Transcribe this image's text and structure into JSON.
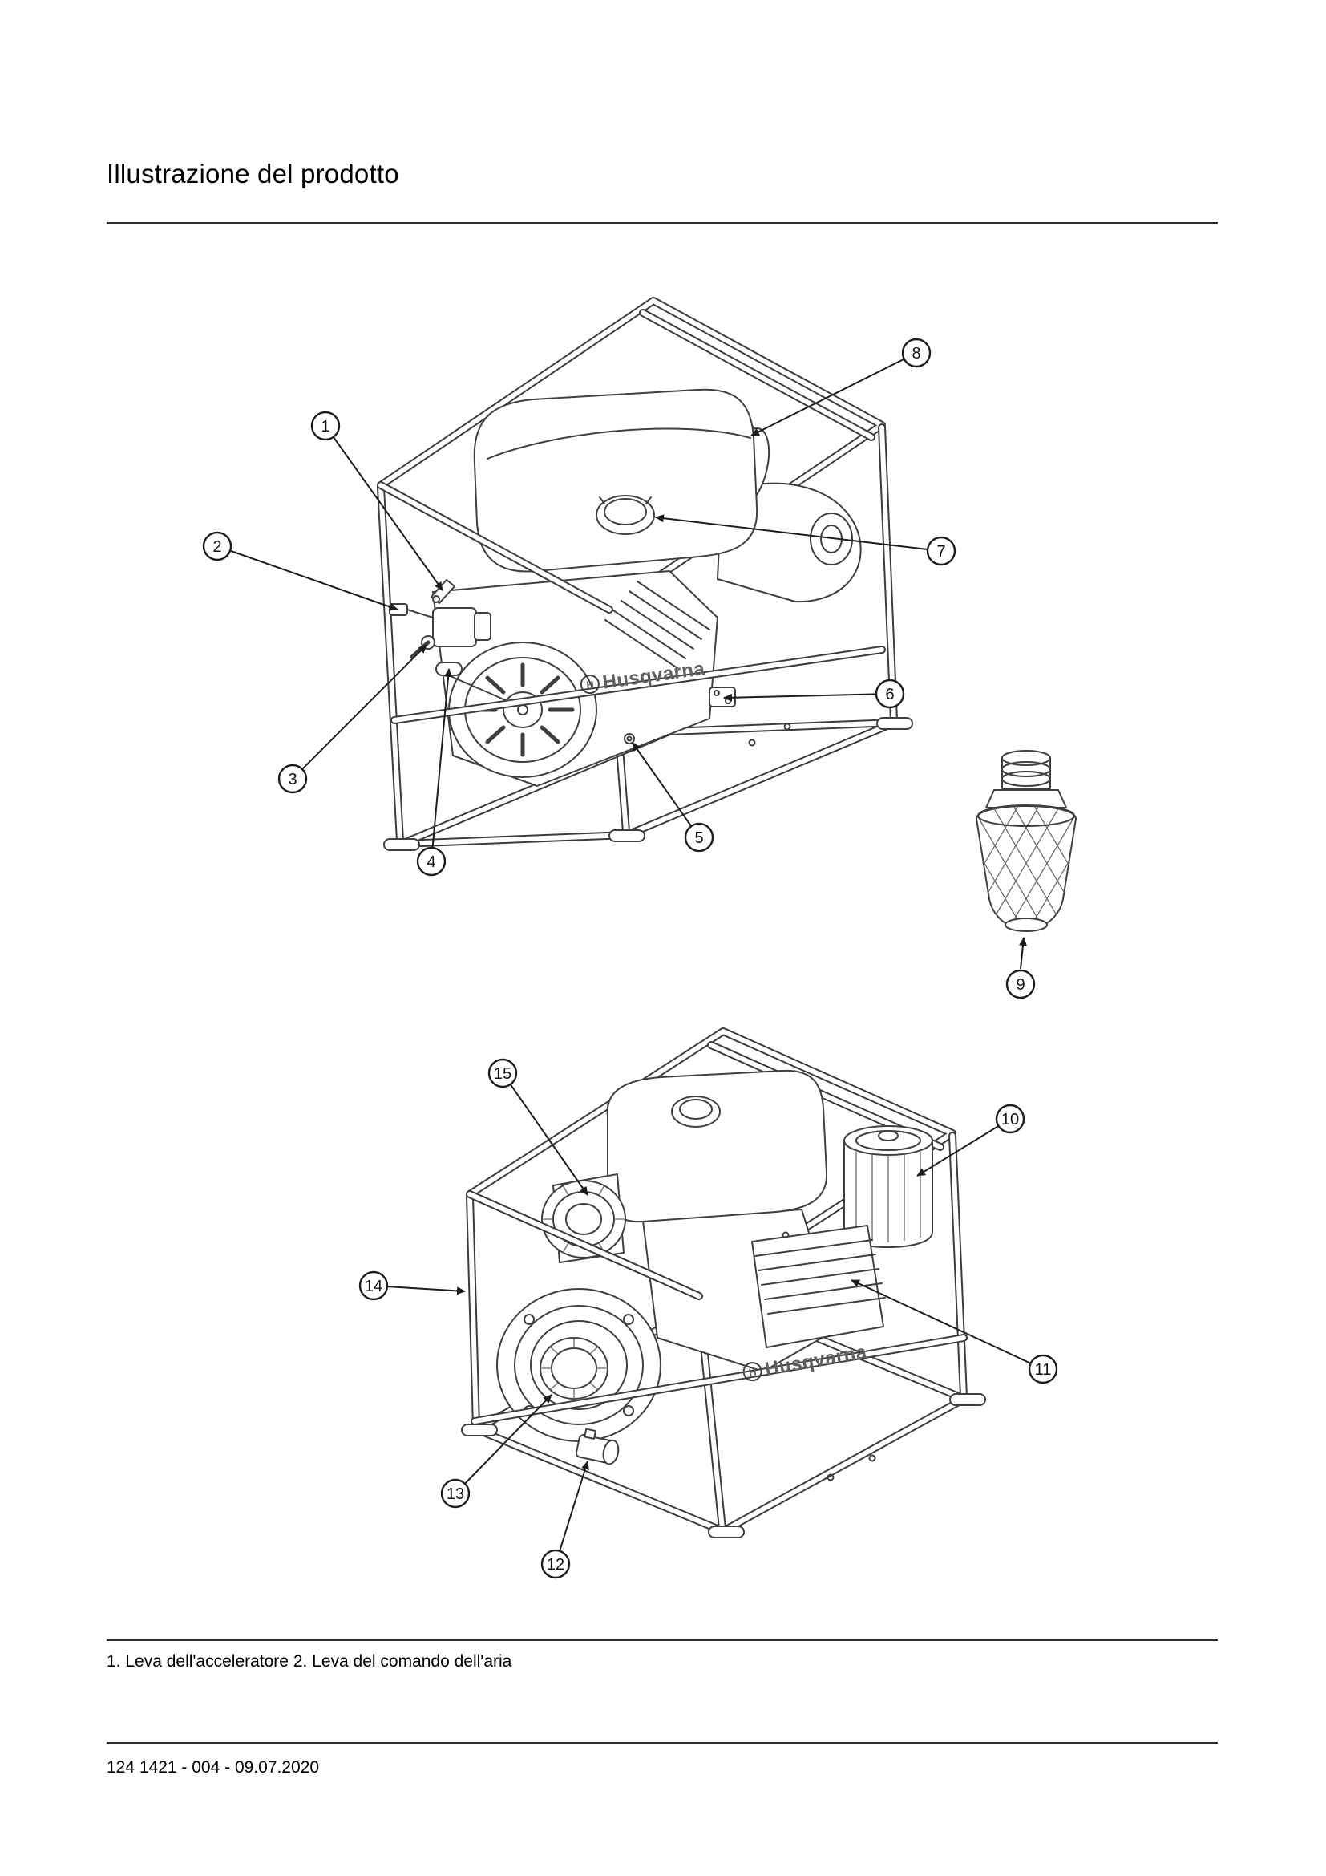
{
  "page": {
    "title": "Illustrazione del prodotto",
    "caption": "1. Leva dell'acceleratore 2. Leva del comando dell'aria",
    "footer": "124 1421 - 004 - 09.07.2020"
  },
  "brand": {
    "name": "Husqvarna",
    "initial": "H"
  },
  "figure_top": {
    "callouts": [
      "1",
      "2",
      "3",
      "4",
      "5",
      "6",
      "7",
      "8"
    ]
  },
  "figure_strainer": {
    "callout": "9"
  },
  "figure_bottom": {
    "callouts": [
      "10",
      "11",
      "12",
      "13",
      "14",
      "15"
    ]
  }
}
